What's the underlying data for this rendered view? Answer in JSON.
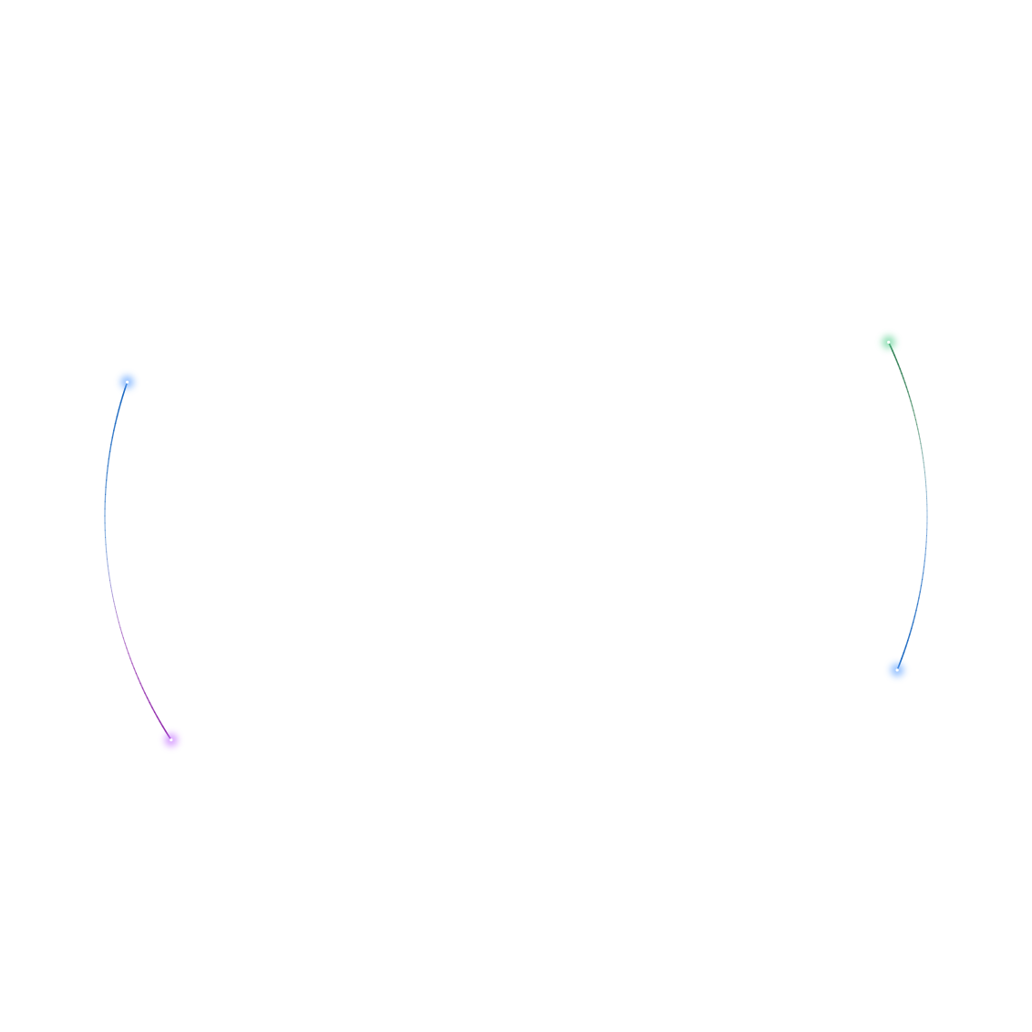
{
  "background": "#ffffff",
  "orbits": [
    {
      "name": "blue-left",
      "color": "#1565c0",
      "glow": "#6aa8ff",
      "head_angle_deg": 199,
      "tail_sweep_deg": -40,
      "direction": "ccw"
    },
    {
      "name": "purple-lower-left",
      "color": "#8e24aa",
      "glow": "#c77dff",
      "head_angle_deg": 147,
      "tail_sweep_deg": -30,
      "direction": "cw"
    },
    {
      "name": "green-upper-right",
      "color": "#2e7d52",
      "glow": "#66d49a",
      "head_angle_deg": 335,
      "tail_sweep_deg": -27,
      "direction": "cw"
    },
    {
      "name": "blue-lower-right",
      "color": "#1565c0",
      "glow": "#6aa8ff",
      "head_angle_deg": 22,
      "tail_sweep_deg": -35,
      "direction": "ccw"
    }
  ]
}
